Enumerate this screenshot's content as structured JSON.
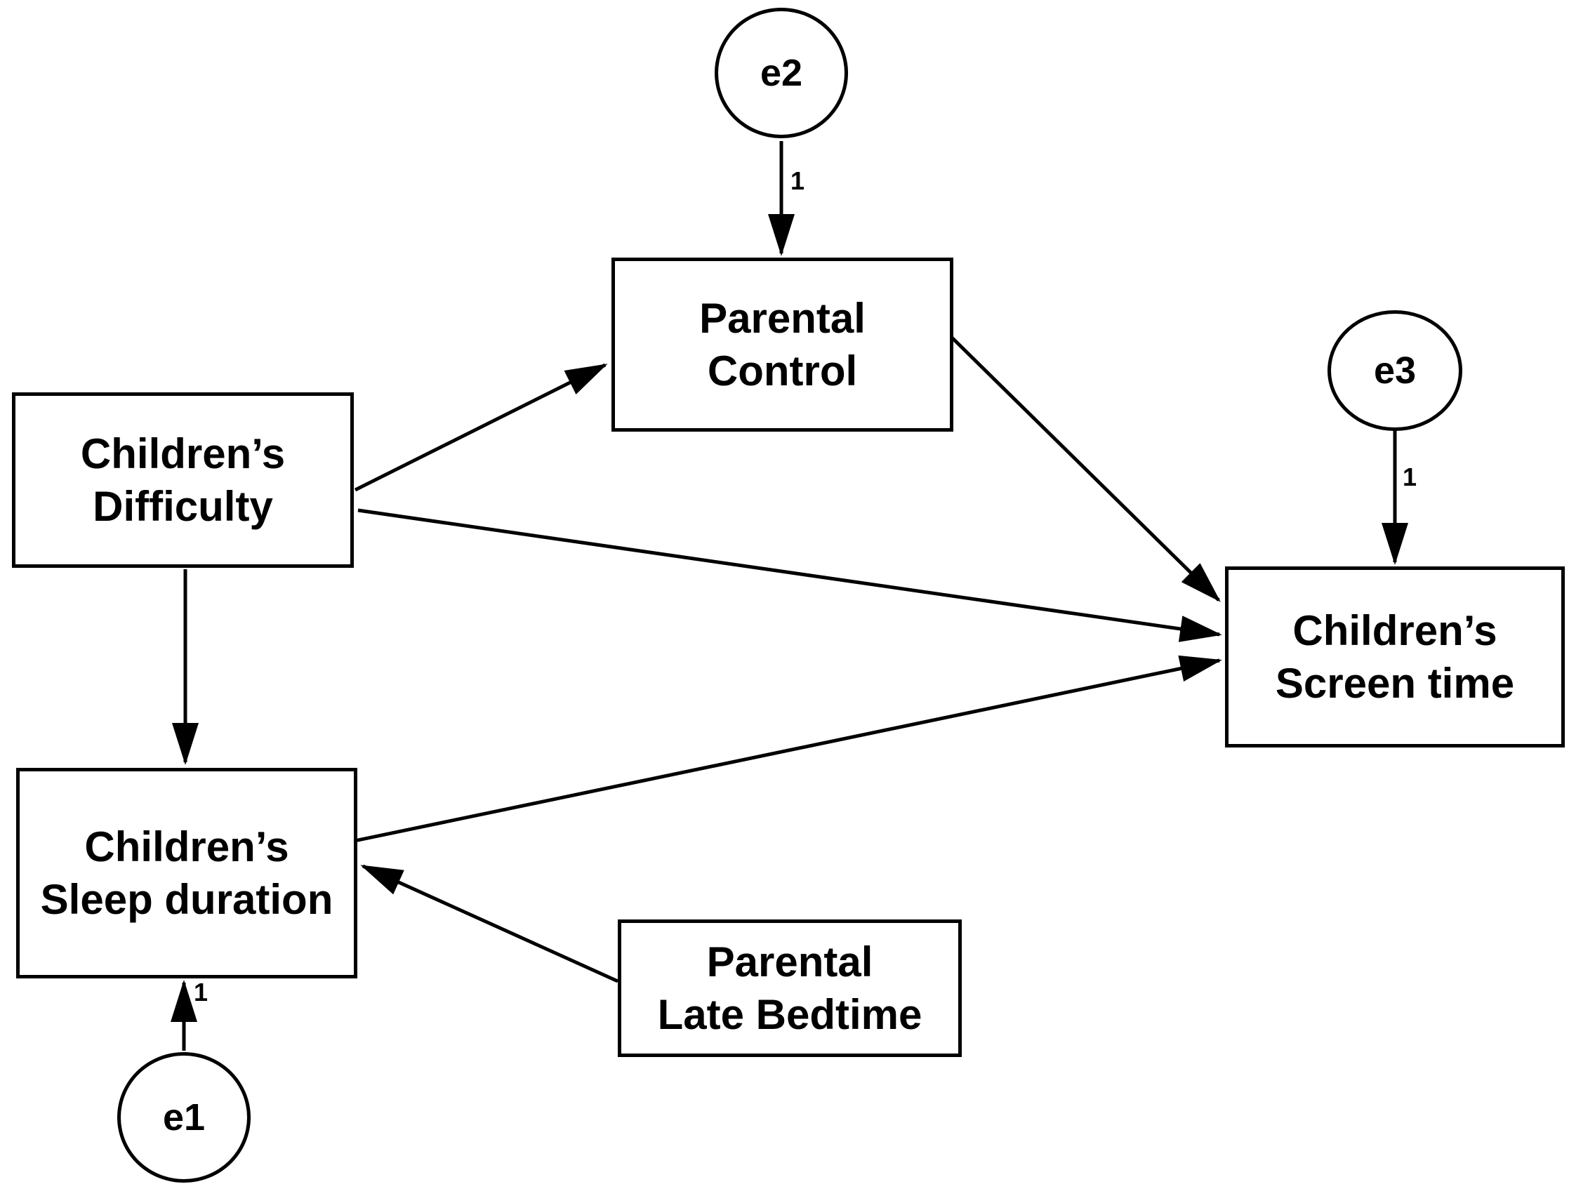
{
  "figure": {
    "type": "path-diagram",
    "background_color": "#ffffff",
    "line_color": "#000000",
    "nodes": {
      "difficulty": {
        "label": "Children’s\nDifficulty"
      },
      "parental_control": {
        "label": "Parental\nControl"
      },
      "screen_time": {
        "label": "Children’s\nScreen time"
      },
      "sleep_duration": {
        "label": "Children’s\nSleep duration"
      },
      "late_bedtime": {
        "label": "Parental\nLate Bedtime"
      }
    },
    "error_terms": {
      "e1": {
        "label": "e1",
        "loading_label": "1",
        "attached_to": "sleep_duration"
      },
      "e2": {
        "label": "e2",
        "loading_label": "1",
        "attached_to": "parental_control"
      },
      "e3": {
        "label": "e3",
        "loading_label": "1",
        "attached_to": "screen_time"
      }
    },
    "edges": [
      {
        "from": "e2",
        "to": "parental_control",
        "label": "1"
      },
      {
        "from": "e3",
        "to": "screen_time",
        "label": "1"
      },
      {
        "from": "e1",
        "to": "sleep_duration",
        "label": "1"
      },
      {
        "from": "difficulty",
        "to": "parental_control",
        "label": ""
      },
      {
        "from": "difficulty",
        "to": "screen_time",
        "label": ""
      },
      {
        "from": "difficulty",
        "to": "sleep_duration",
        "label": ""
      },
      {
        "from": "parental_control",
        "to": "screen_time",
        "label": ""
      },
      {
        "from": "sleep_duration",
        "to": "screen_time",
        "label": ""
      },
      {
        "from": "late_bedtime",
        "to": "sleep_duration",
        "label": ""
      }
    ]
  }
}
